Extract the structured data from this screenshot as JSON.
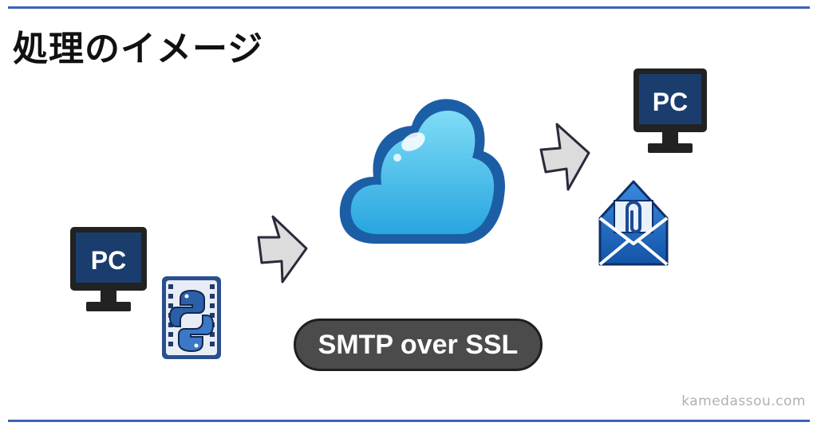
{
  "title": "処理のイメージ",
  "left_pc": {
    "label": "PC",
    "icon": "pc-monitor-icon"
  },
  "python": {
    "icon": "python-icon"
  },
  "arrow_to_cloud": {
    "icon": "arrow-right-icon"
  },
  "cloud": {
    "icon": "cloud-icon"
  },
  "protocol": {
    "label": "SMTP over SSL"
  },
  "arrow_from_cloud": {
    "icon": "arrow-right-icon"
  },
  "right_pc": {
    "label": "PC",
    "icon": "pc-monitor-icon"
  },
  "mail": {
    "icon": "mail-attachment-icon"
  },
  "watermark": "kamedassou.com",
  "colors": {
    "rule": "#3a62b8",
    "monitor_frame": "#222222",
    "monitor_screen": "#1a3d6e",
    "cloud": "#45c6ef",
    "cloud_outline": "#1c5ea6",
    "arrow_fill": "#dcdcdc",
    "pill": "#4b4b4b"
  }
}
